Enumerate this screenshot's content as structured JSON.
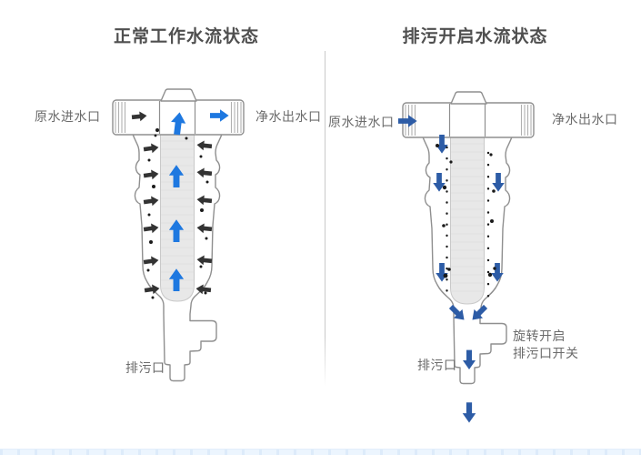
{
  "panels": {
    "left": {
      "title": "正常工作水流状态",
      "labels": {
        "inlet": "原水进水口",
        "outlet": "净水出水口",
        "drain": "排污口"
      }
    },
    "right": {
      "title": "排污开启水流状态",
      "labels": {
        "inlet": "原水进水口",
        "outlet": "净水出水口",
        "drain": "排污口",
        "switch_line1": "旋转开启",
        "switch_line2": "排污口开关"
      }
    }
  },
  "glyphs": {
    "raw_flow_arrow": "dark chunky arrow",
    "clean_flow_arrow": "bright blue arrow",
    "drain_flow_arrow": "navy blue arrow",
    "particle": "black dot"
  },
  "colors": {
    "clean_flow_blue": "#1e78e0",
    "drain_flow_navy": "#2d5ca6",
    "raw_flow_dark": "#333333",
    "outline_gray": "#8f8f8f",
    "title_gray": "#4f4f4f",
    "label_gray": "#6b6b6b",
    "cartridge_fill": "#e8e8e8",
    "divider_gray": "#c9c9c9",
    "footer_strip_blue": "#ecf5fe"
  }
}
